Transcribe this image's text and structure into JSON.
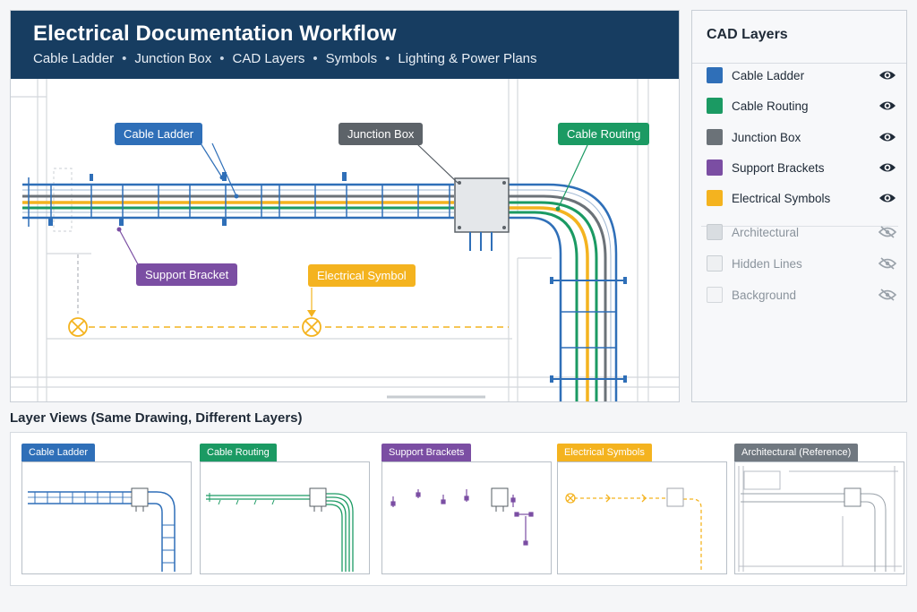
{
  "header": {
    "title": "Electrical Documentation Workflow",
    "subtitle": [
      "Cable Ladder",
      "Junction Box",
      "CAD Layers",
      "Symbols",
      "Lighting & Power Plans"
    ],
    "separator": "•"
  },
  "callouts": {
    "cable_ladder": "Cable Ladder",
    "junction_box": "Junction Box",
    "cable_routing": "Cable Routing",
    "support_bracket": "Support Bracket",
    "electrical_symbol": "Electrical Symbol"
  },
  "layers_panel": {
    "title": "CAD Layers",
    "layers": [
      {
        "name": "Cable Ladder",
        "color": "#2f6fb8",
        "visible": true
      },
      {
        "name": "Cable Routing",
        "color": "#1b9a63",
        "visible": true
      },
      {
        "name": "Junction Box",
        "color": "#6b7278",
        "visible": true
      },
      {
        "name": "Support Brackets",
        "color": "#7b4ea3",
        "visible": true
      },
      {
        "name": "Electrical Symbols",
        "color": "#f4b31f",
        "visible": true
      },
      {
        "name": "Architectural",
        "color": "#d9dde1",
        "visible": false
      },
      {
        "name": "Hidden Lines",
        "color": "#eef0f2",
        "visible": false
      },
      {
        "name": "Background",
        "color": "#f4f5f7",
        "visible": false
      }
    ]
  },
  "views": {
    "title": "Layer Views (Same Drawing, Different Layers)",
    "items": [
      {
        "label": "Cable Ladder",
        "color": "#2f6fb8"
      },
      {
        "label": "Cable Routing",
        "color": "#1b9a63"
      },
      {
        "label": "Support Brackets",
        "color": "#7b4ea3"
      },
      {
        "label": "Electrical Symbols",
        "color": "#f4b31f"
      },
      {
        "label": "Architectural (Reference)",
        "color": "#707880"
      }
    ]
  },
  "colors": {
    "header_bg": "#173d61",
    "ladder": "#2f6fb8",
    "routing": "#1b9a63",
    "box": "#6b7278",
    "bracket": "#7b4ea3",
    "symbol": "#f4b31f"
  }
}
